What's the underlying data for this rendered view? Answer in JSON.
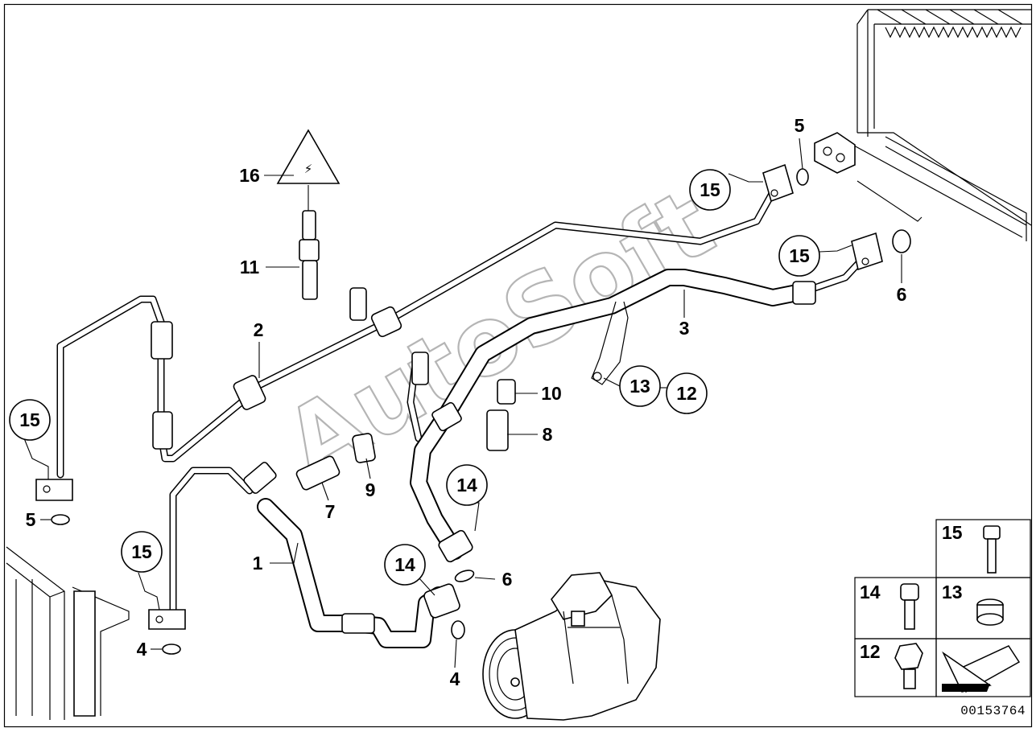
{
  "document_number": "00153764",
  "watermark": "AutoSoft",
  "callouts": {
    "c1": "1",
    "c2": "2",
    "c3": "3",
    "c4a": "4",
    "c4b": "4",
    "c5a": "5",
    "c5b": "5",
    "c6a": "6",
    "c6b": "6",
    "c7": "7",
    "c8": "8",
    "c9": "9",
    "c10": "10",
    "c11": "11",
    "c12": "12",
    "c13": "13",
    "c14a": "14",
    "c14b": "14",
    "c15a": "15",
    "c15b": "15",
    "c15c": "15",
    "c15d": "15",
    "c16": "16"
  },
  "legend": {
    "item15": "15",
    "item14": "14",
    "item13": "13",
    "item12": "12"
  }
}
